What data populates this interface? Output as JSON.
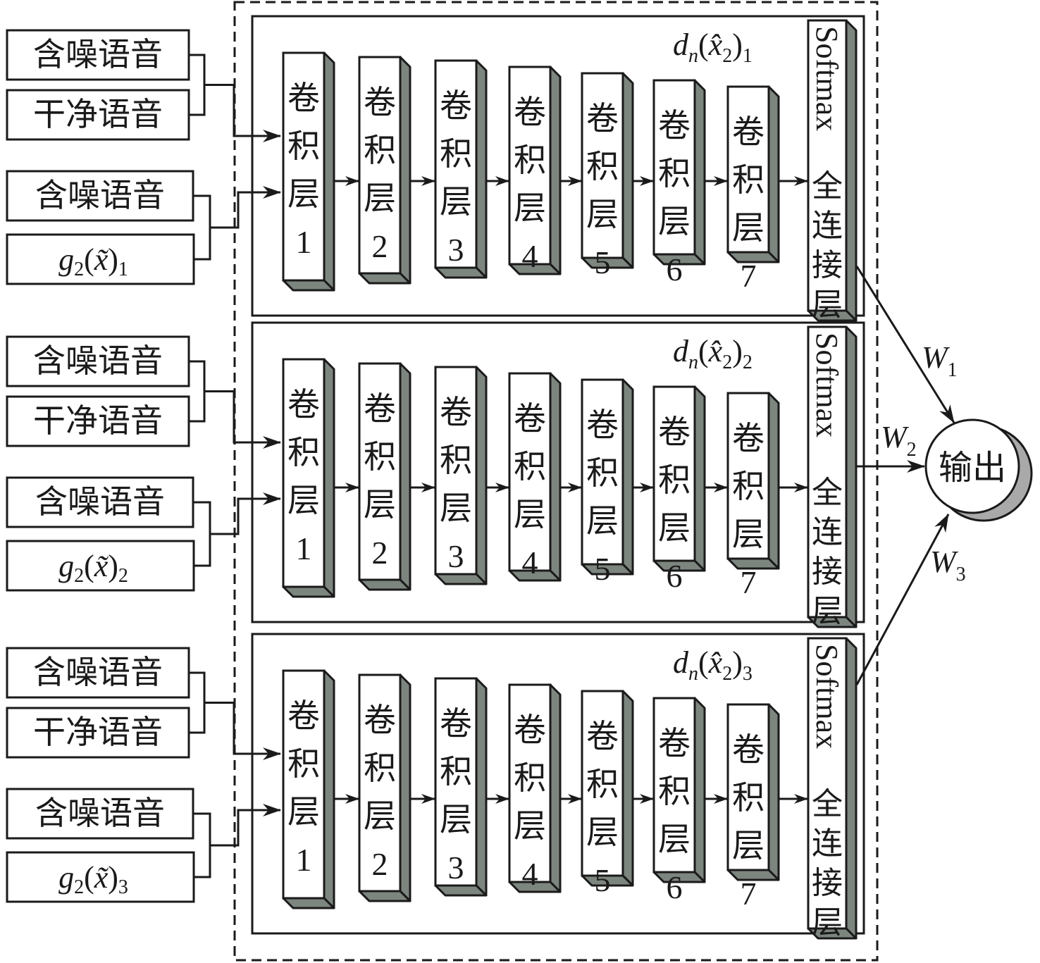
{
  "diagram": {
    "colors": {
      "stroke": "#1a1a1a",
      "block_side": "#7d857f",
      "output_shadow": "#a9a9a9",
      "background": "#ffffff"
    },
    "branches": [
      {
        "id": 1,
        "inputs_top": [
          "含噪语音",
          "干净语音"
        ],
        "inputs_bottom": [
          "含噪语音",
          "g2(x̃)1"
        ],
        "inputs_bottom_formula": {
          "base": "g",
          "sub1": "2",
          "arg": "x̃",
          "sub2": "1"
        },
        "discriminator_label": {
          "base": "d",
          "sub1": "n",
          "arg": "x̂",
          "arg_sub": "2",
          "sub2": "1"
        },
        "conv_layers": [
          "卷积层1",
          "卷积层2",
          "卷积层3",
          "卷积层4",
          "卷积层5",
          "卷积层6",
          "卷积层7"
        ],
        "fc_label": "Softmax 全连接层",
        "weight": {
          "base": "W",
          "sub": "1"
        }
      },
      {
        "id": 2,
        "inputs_top": [
          "含噪语音",
          "干净语音"
        ],
        "inputs_bottom": [
          "含噪语音",
          "g2(x̃)2"
        ],
        "inputs_bottom_formula": {
          "base": "g",
          "sub1": "2",
          "arg": "x̃",
          "sub2": "2"
        },
        "discriminator_label": {
          "base": "d",
          "sub1": "n",
          "arg": "x̂",
          "arg_sub": "2",
          "sub2": "2"
        },
        "conv_layers": [
          "卷积层1",
          "卷积层2",
          "卷积层3",
          "卷积层4",
          "卷积层5",
          "卷积层6",
          "卷积层7"
        ],
        "fc_label": "Softmax 全连接层",
        "weight": {
          "base": "W",
          "sub": "2"
        }
      },
      {
        "id": 3,
        "inputs_top": [
          "含噪语音",
          "干净语音"
        ],
        "inputs_bottom": [
          "含噪语音",
          "g2(x̃)3"
        ],
        "inputs_bottom_formula": {
          "base": "g",
          "sub1": "2",
          "arg": "x̃",
          "sub2": "3"
        },
        "discriminator_label": {
          "base": "d",
          "sub1": "n",
          "arg": "x̂",
          "arg_sub": "2",
          "sub2": "3"
        },
        "conv_layers": [
          "卷积层1",
          "卷积层2",
          "卷积层3",
          "卷积层4",
          "卷积层5",
          "卷积层6",
          "卷积层7"
        ],
        "fc_label": "Softmax 全连接层",
        "weight": {
          "base": "W",
          "sub": "3"
        }
      }
    ],
    "conv_layer_text": {
      "line1": "卷",
      "line2": "积",
      "line3": "层"
    },
    "conv_layer_numbers": [
      "1",
      "2",
      "3",
      "4",
      "5",
      "6",
      "7"
    ],
    "fc_text": {
      "latin": "Softmax",
      "cjk": [
        "全",
        "连",
        "接",
        "层"
      ]
    },
    "input_labels": {
      "noisy": "含噪语音",
      "clean": "干净语音"
    },
    "output_label": "输出"
  }
}
